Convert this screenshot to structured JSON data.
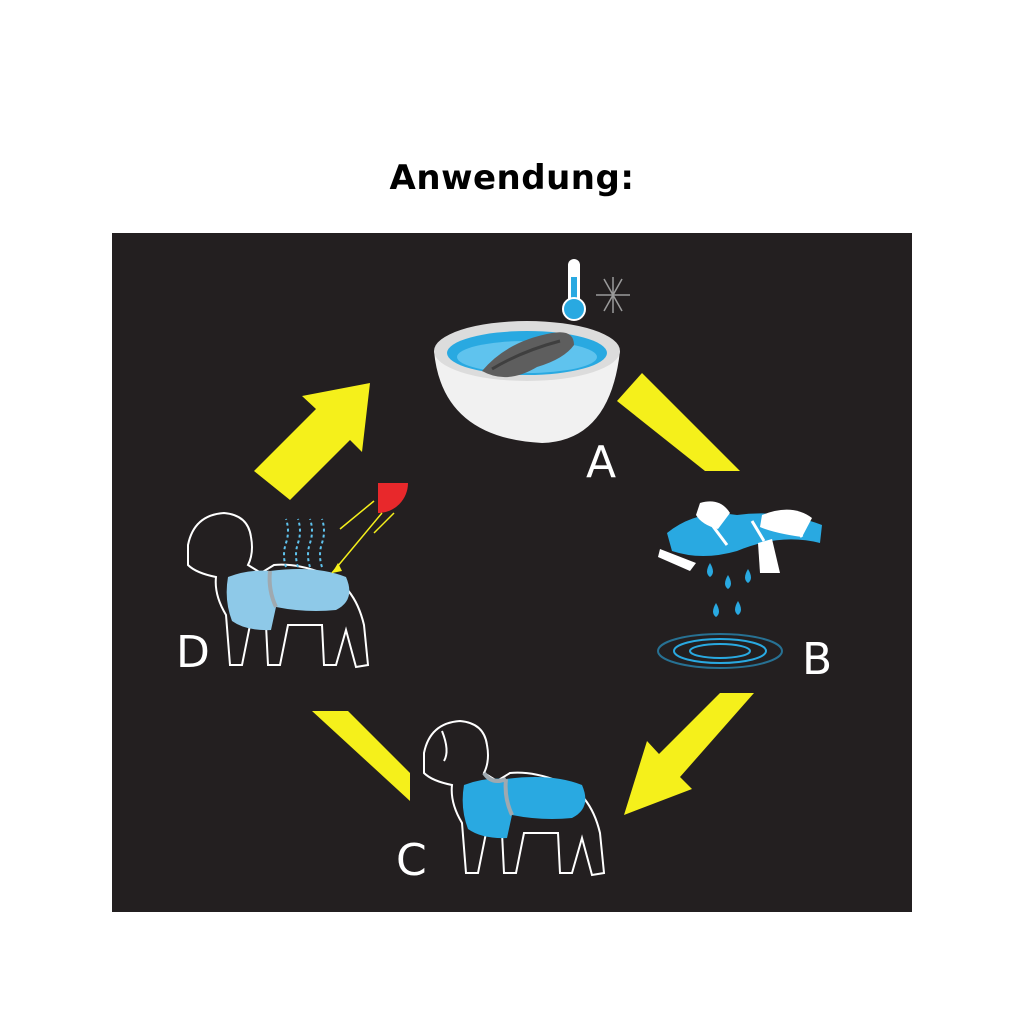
{
  "heading": "Anwendung:",
  "steps": [
    {
      "label": "A",
      "icon": "bowl-soak-icon"
    },
    {
      "label": "B",
      "icon": "wring-towel-icon"
    },
    {
      "label": "C",
      "icon": "dog-wet-vest-icon"
    },
    {
      "label": "D",
      "icon": "dog-evaporating-vest-icon"
    }
  ],
  "colors": {
    "panel": "#231f20",
    "arrow": "#f5f01b",
    "water": "#29a9e1",
    "vest_dry": "#8ec9e8",
    "sun": "#e8282b",
    "outline": "#ffffff"
  }
}
